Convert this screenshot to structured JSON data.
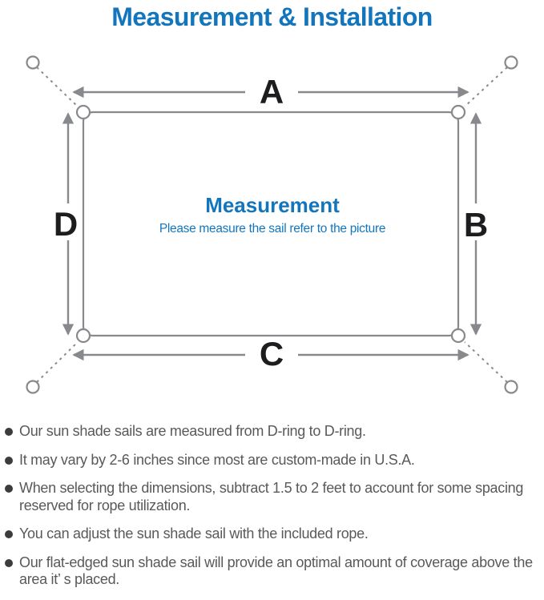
{
  "title": "Measurement & Installation",
  "diagram": {
    "labels": {
      "top": "A",
      "right": "B",
      "bottom": "C",
      "left": "D"
    },
    "center_title": "Measurement",
    "center_subtitle": "Please measure the sail refer to the picture"
  },
  "notes": [
    "Our sun shade sails are measured from D-ring to D-ring.",
    "It may vary by 2-6 inches since most are custom-made in U.S.A.",
    "When selecting the dimensions, subtract 1.5 to 2 feet to account for some spacing reserved for rope utilization.",
    "You can adjust the sun shade sail with the included rope.",
    "Our flat-edged sun shade sail will provide an optimal amount of coverage above the area it’ s placed."
  ],
  "colors": {
    "accent_blue": "#1376bd",
    "diagram_line_gray": "#87898c",
    "label_black": "#1d1d1f",
    "note_text_gray": "#58595b",
    "bullet_dot_gray": "#3c3c3e"
  }
}
